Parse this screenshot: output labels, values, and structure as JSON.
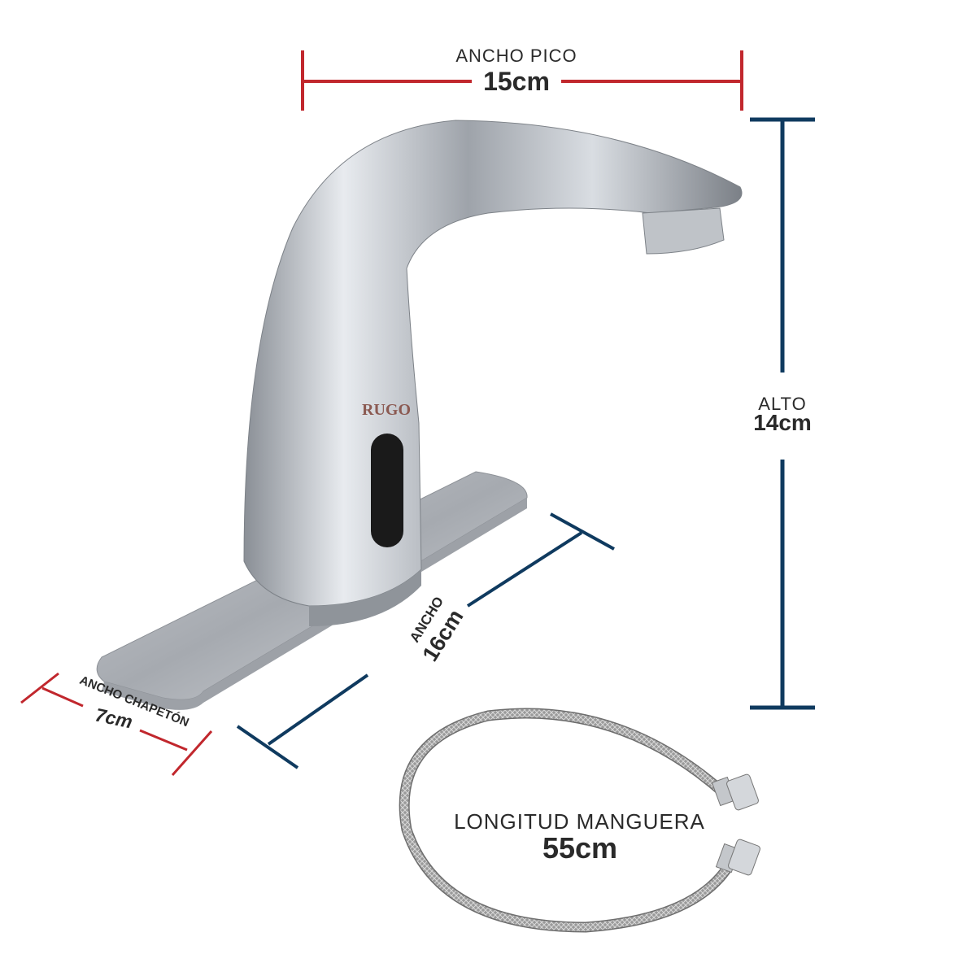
{
  "brand": "RUGO",
  "dimensions": {
    "spout_width": {
      "label": "ANCHO PICO",
      "value": "15cm"
    },
    "height": {
      "label": "ALTO",
      "value": "14cm"
    },
    "width": {
      "label": "ANCHO",
      "value": "16cm"
    },
    "plate_width": {
      "label": "ANCHO CHAPETÓN",
      "value": "7cm"
    },
    "hose_length": {
      "label": "LONGITUD MANGUERA",
      "value": "55cm"
    }
  },
  "colors": {
    "red": "#c1272d",
    "navy": "#0f3a5f",
    "text": "#2a2a2a"
  }
}
